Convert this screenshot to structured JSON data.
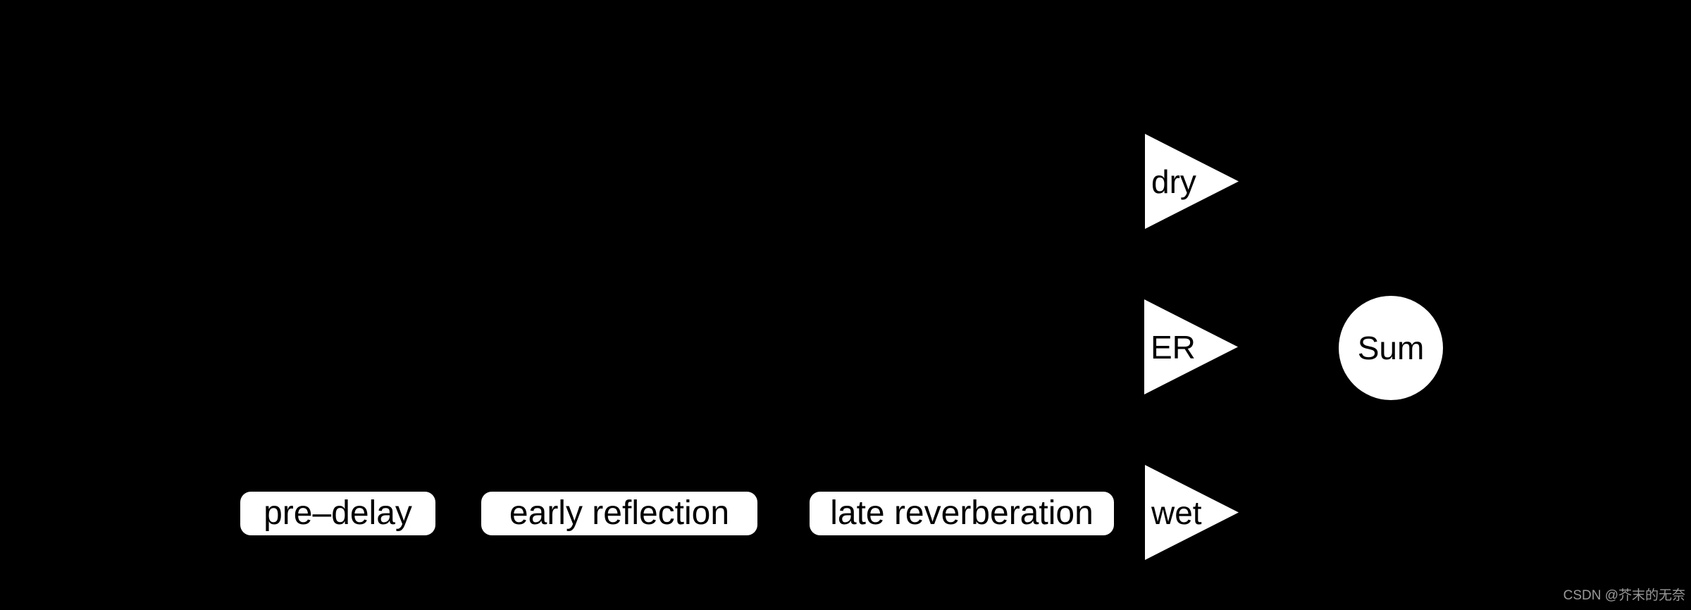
{
  "diagram": {
    "type": "signal-flow",
    "boxes": [
      {
        "id": "pre-delay",
        "label": "pre–delay",
        "shape": "rounded-rect"
      },
      {
        "id": "early-reflection",
        "label": "early reflection",
        "shape": "rounded-rect"
      },
      {
        "id": "late-reverberation",
        "label": "late reverberation",
        "shape": "rounded-rect"
      }
    ],
    "gain_nodes": [
      {
        "id": "dry",
        "label": "dry",
        "shape": "right-pointing-triangle"
      },
      {
        "id": "er",
        "label": "ER",
        "shape": "right-pointing-triangle"
      },
      {
        "id": "wet",
        "label": "wet",
        "shape": "right-pointing-triangle"
      }
    ],
    "sum_node": {
      "id": "sum",
      "label": "Sum",
      "shape": "circle"
    },
    "colors": {
      "background": "#000000",
      "node_fill": "#ffffff",
      "node_text": "#000000",
      "watermark_text": "#9a9a9a"
    }
  },
  "watermark": {
    "text": "CSDN @芥末的无奈"
  }
}
